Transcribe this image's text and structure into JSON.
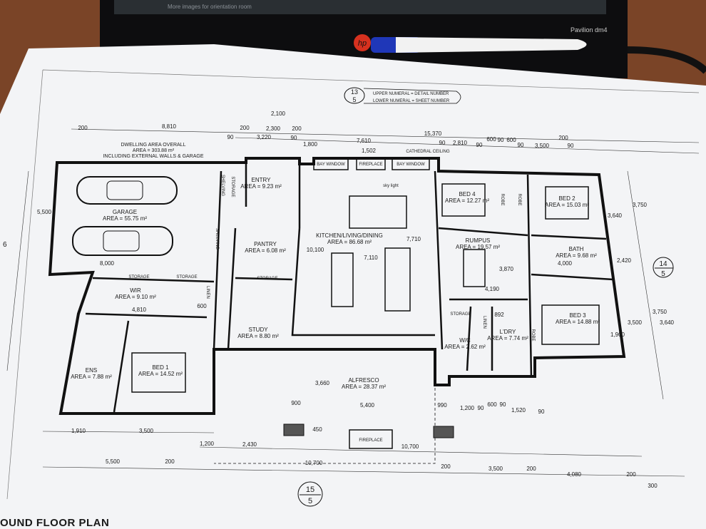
{
  "background": {
    "laptop_brand": "hp",
    "laptop_model": "Pavilion dm4",
    "screen_caption": "More images for orientation room"
  },
  "plan": {
    "title": "OUND FLOOR PLAN",
    "legend": {
      "symbol_upper": "13",
      "symbol_lower": "5",
      "upper_text": "UPPER NUMERAL = DETAIL NUMBER",
      "lower_text": "LOWER NUMERAL = SHEET NUMBER"
    },
    "overall": {
      "line1": "DWELLING AREA OVERALL",
      "line2": "AREA = 303.88 m²",
      "line3": "INCLUDING EXTERNAL WALLS & GARAGE"
    },
    "section_markers": [
      {
        "upper": "15",
        "lower": "5"
      },
      {
        "upper": "14",
        "lower": "5"
      },
      {
        "upper": "6",
        "lower": ""
      }
    ],
    "rooms": [
      {
        "name": "GARAGE",
        "area": "AREA = 55.75 m²"
      },
      {
        "name": "ENTRY",
        "area": "AREA = 9.23 m²"
      },
      {
        "name": "PANTRY",
        "area": "AREA = 6.08 m²"
      },
      {
        "name": "KITCHEN/LIVING/DINING",
        "area": "AREA = 86.68 m²"
      },
      {
        "name": "WIR",
        "area": "AREA = 9.10 m²"
      },
      {
        "name": "STUDY",
        "area": "AREA = 8.80 m²"
      },
      {
        "name": "ENS",
        "area": "AREA = 7.88 m²"
      },
      {
        "name": "BED 1",
        "area": "AREA = 14.52 m²"
      },
      {
        "name": "ALFRESCO",
        "area": "AREA = 28.37 m²"
      },
      {
        "name": "BED 4",
        "area": "AREA = 12.27 m²"
      },
      {
        "name": "BED 2",
        "area": "AREA = 15.03 m²"
      },
      {
        "name": "RUMPUS",
        "area": "AREA = 19.57 m²"
      },
      {
        "name": "BATH",
        "area": "AREA = 9.68 m²"
      },
      {
        "name": "BED 3",
        "area": "AREA = 14.88 m²"
      },
      {
        "name": "W/C",
        "area": "AREA = 2.62 m²"
      },
      {
        "name": "L'DRY",
        "area": "AREA = 7.74 m²"
      }
    ],
    "features": [
      "BAY WINDOW",
      "FIREPLACE",
      "BAY WINDOW",
      "CATHEDRAL CEILING",
      "STORAGE",
      "STORAGE",
      "STORAGE",
      "STORAGE",
      "LINEN",
      "LINEN",
      "ROBE",
      "ROBE",
      "ROBE",
      "SHELVING",
      "SHELVING",
      "FIREPLACE",
      "STORAGE",
      "sky light"
    ],
    "dimensions": [
      "200",
      "8,810",
      "2,100",
      "200",
      "2,300",
      "200",
      "90",
      "3,220",
      "90",
      "1,800",
      "7,610",
      "15,370",
      "1,502",
      "90",
      "2,810",
      "90",
      "600",
      "90",
      "600",
      "90",
      "3,500",
      "200",
      "90",
      "8,000",
      "4,810",
      "600",
      "10,100",
      "7,110",
      "7,710",
      "4,190",
      "3,870",
      "892",
      "4,000",
      "3,660",
      "900",
      "5,400",
      "990",
      "1,200",
      "90",
      "600",
      "90",
      "1,520",
      "90",
      "1,910",
      "3,500",
      "1,200",
      "2,430",
      "450",
      "10,700",
      "200",
      "5,500",
      "10,700",
      "200",
      "3,500",
      "200",
      "4,080",
      "200",
      "300",
      "5,500",
      "3,750",
      "3,640",
      "2,420",
      "3,500",
      "3,640",
      "3,750",
      "1,900"
    ]
  }
}
